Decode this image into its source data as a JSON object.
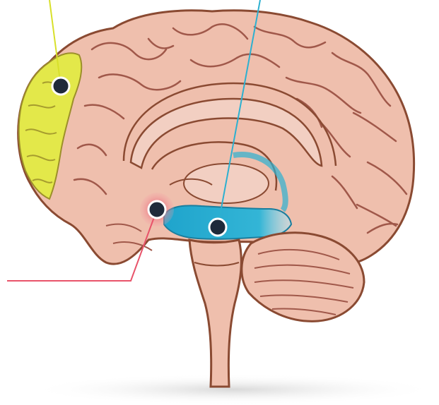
{
  "diagram": {
    "colors": {
      "background": "#ffffff",
      "brain_fill": "#EFBFAD",
      "brain_outline": "#8A4A32",
      "gyri_lines": "#A0584A",
      "prefrontal_highlight": "#E3E84A",
      "hippocampus_highlight": "#2CB0D0",
      "amygdala_highlight": "#E8536A",
      "marker_fill": "#1F2A3A",
      "shadow": "#E6E6E6"
    },
    "regions": [
      {
        "name": "prefrontal-cortex",
        "color": "#E3E84A",
        "leader_color": "#D8E02A"
      },
      {
        "name": "amygdala",
        "color": "#E8536A",
        "leader_color": "#E8536A"
      },
      {
        "name": "hippocampus",
        "color": "#2CB0D0",
        "leader_color": "#2CB0D0"
      }
    ]
  }
}
